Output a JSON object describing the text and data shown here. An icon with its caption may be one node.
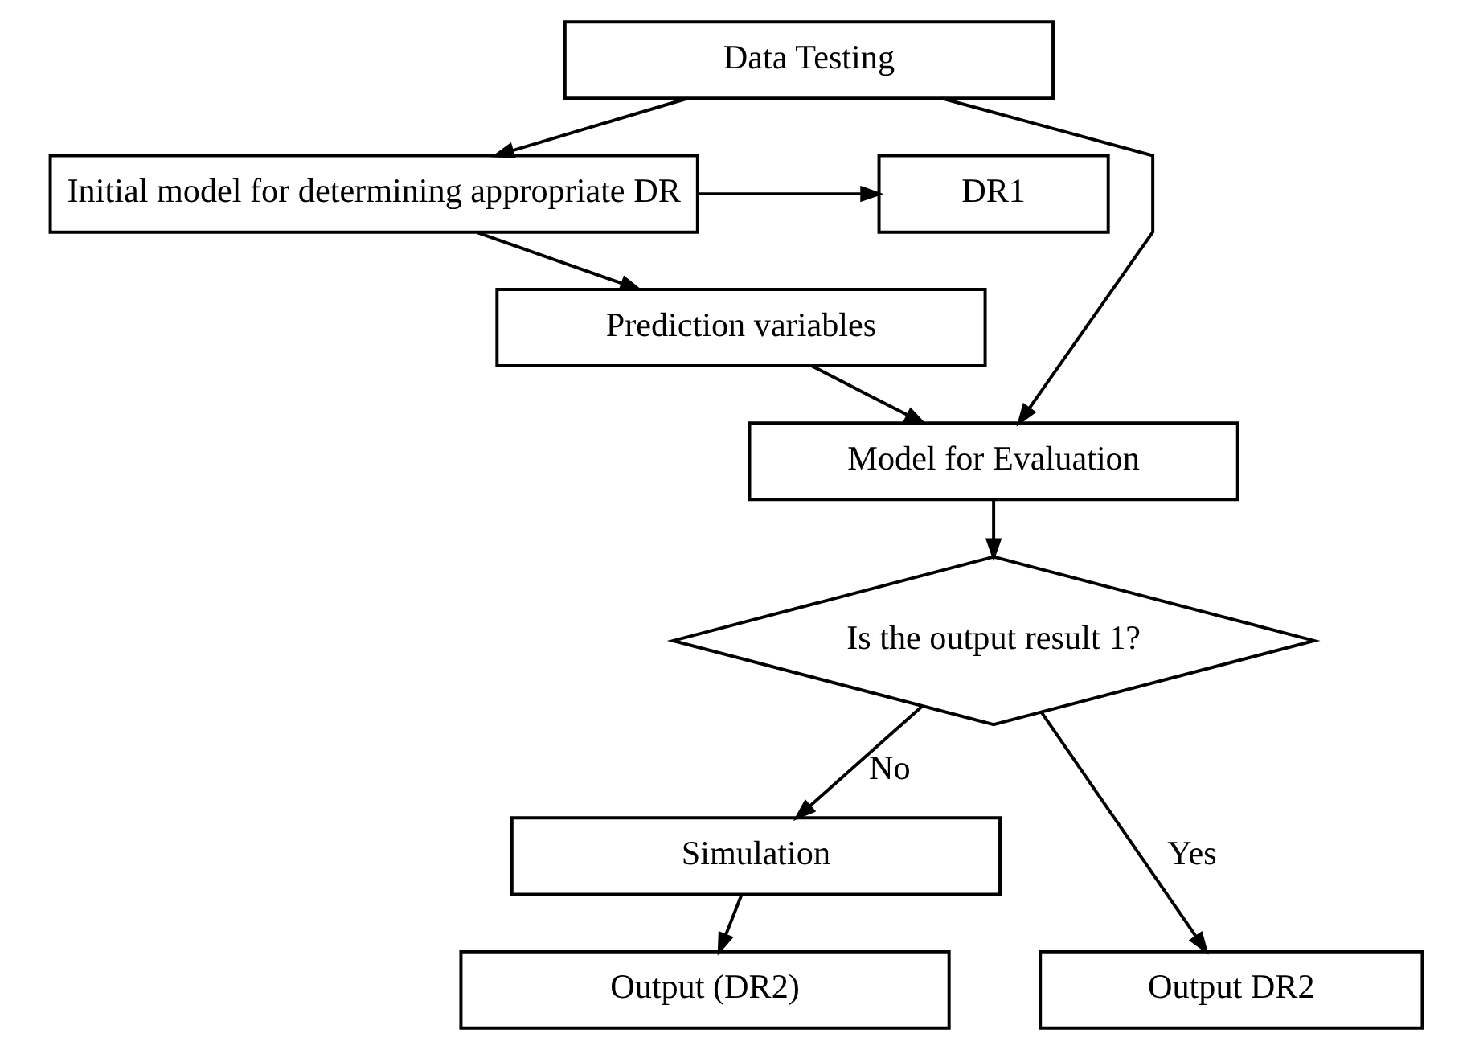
{
  "diagram": {
    "nodes": [
      {
        "text": [
          "Data Testing"
        ]
      },
      {
        "text": [
          "Initial model for determining appropriate DR"
        ]
      },
      {
        "text": [
          "DR1"
        ]
      },
      {
        "text": [
          "Prediction variables"
        ]
      },
      {
        "text": [
          "Model for Evaluation"
        ]
      },
      {
        "text": [
          "Is the output result 1?"
        ]
      },
      {
        "text": [
          "Simulation"
        ]
      },
      {
        "text": [
          "Output (DR2)"
        ]
      },
      {
        "text": [
          "Output DR2"
        ]
      }
    ],
    "edges": [
      {
        "from": 0,
        "to": 1,
        "arrow": "to"
      },
      {
        "from": 1,
        "to": 2,
        "arrow": "to"
      },
      {
        "from": 1,
        "to": 3,
        "arrow": "to"
      },
      {
        "from": 3,
        "to": 4,
        "arrow": "to"
      },
      {
        "from": 0,
        "to": 4,
        "arrow": "to"
      },
      {
        "from": 4,
        "to": 5,
        "arrow": "to"
      },
      {
        "from": 5,
        "to": 6,
        "label": "No",
        "arrow": "to"
      },
      {
        "from": 5,
        "to": 8,
        "label": "Yes",
        "arrow": "to"
      },
      {
        "from": 6,
        "to": 7,
        "arrow": "to"
      }
    ]
  }
}
